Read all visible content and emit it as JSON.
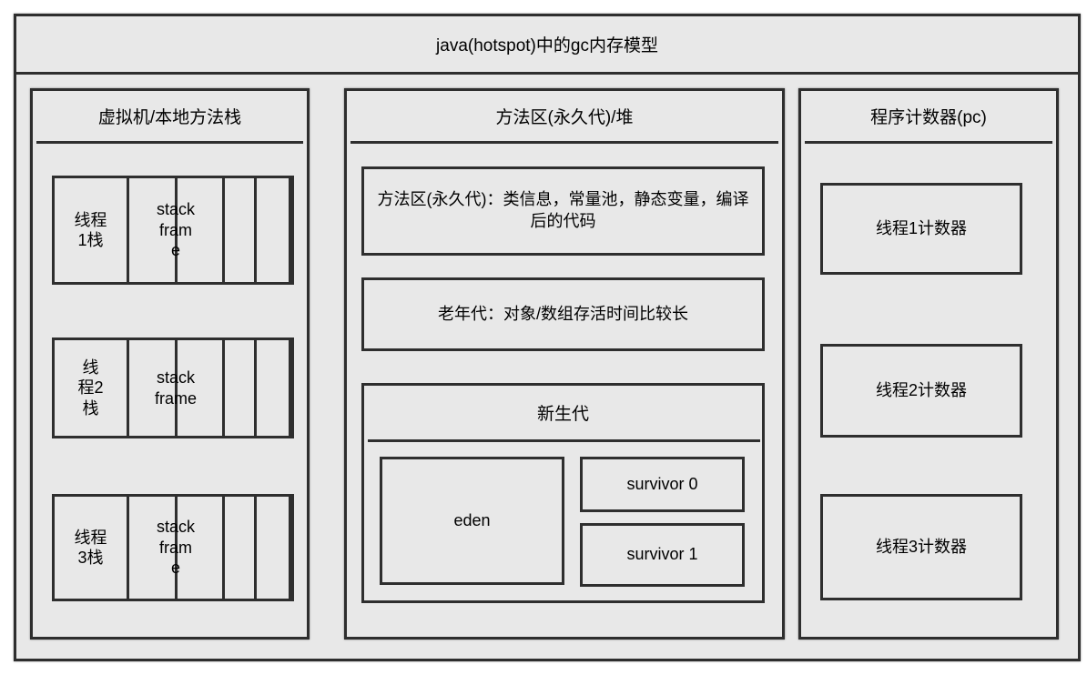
{
  "title": "java(hotspot)中的gc内存模型",
  "colors": {
    "background": "#e8e8e8",
    "border": "#2e2e2e",
    "text": "#000000"
  },
  "panels": {
    "stacks": {
      "header": "虚拟机/本地方法栈",
      "threads": [
        {
          "label": "线程1栈",
          "frame_label": "stack frame"
        },
        {
          "label": "线程2栈",
          "frame_label": "stack frame"
        },
        {
          "label": "线程3栈",
          "frame_label": "stack frame"
        }
      ]
    },
    "heap": {
      "header": "方法区(永久代)/堆",
      "method_area": "方法区(永久代)：类信息，常量池，静态变量，编译后的代码",
      "old_gen": "老年代：对象/数组存活时间比较长",
      "young_gen": {
        "header": "新生代",
        "eden": "eden",
        "survivor0": "survivor 0",
        "survivor1": "survivor 1"
      }
    },
    "pc": {
      "header": "程序计数器(pc)",
      "counters": [
        {
          "label": "线程1计数器"
        },
        {
          "label": "线程2计数器"
        },
        {
          "label": "线程3计数器"
        }
      ]
    }
  }
}
